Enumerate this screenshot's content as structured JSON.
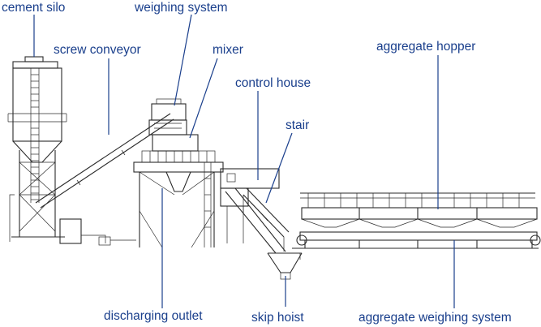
{
  "labels": {
    "cement_silo": "cement silo",
    "weighing_system": "weighing system",
    "screw_conveyor": "screw conveyor",
    "mixer": "mixer",
    "aggregate_hopper": "aggregate hopper",
    "control_house": "control house",
    "stair": "stair",
    "discharging_outlet": "discharging outlet",
    "skip_hoist": "skip hoist",
    "aggregate_weighing_system": "aggregate weighing system"
  },
  "colors": {
    "label_text": "#1a3f8c",
    "line_art": "#2a2a2a",
    "background": "#ffffff"
  }
}
